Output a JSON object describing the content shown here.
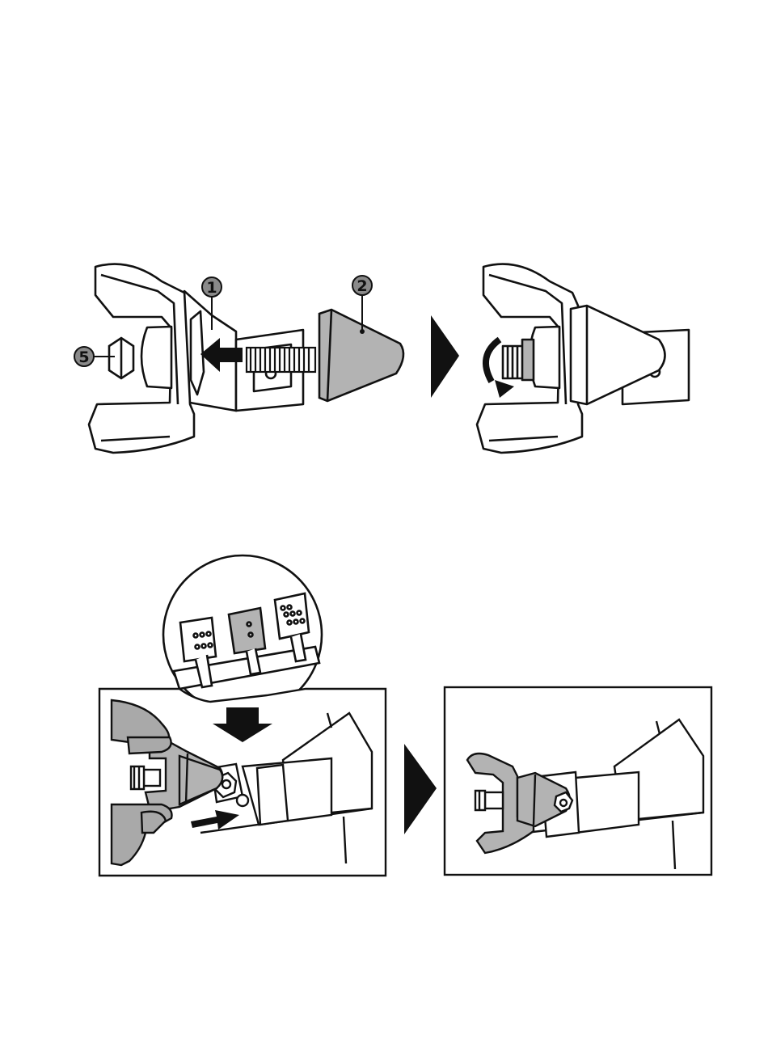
{
  "callouts": [
    {
      "id": "part-1",
      "label": "1"
    },
    {
      "id": "part-2",
      "label": "2"
    },
    {
      "id": "part-5",
      "label": "5"
    }
  ],
  "icons": {
    "insert_arrow": "arrow-left-icon",
    "rotate_arrow": "rotate-icon",
    "step_arrow": "triangle-right-icon",
    "press_down": "arrow-down-icon",
    "push_arrow": "arrow-right-icon"
  },
  "colors": {
    "line": "#111111",
    "fill_white": "#ffffff",
    "part_grey": "#b3b3b3",
    "hand_grey": "#a9a9a9",
    "callout_grey": "#8a8a8a"
  }
}
